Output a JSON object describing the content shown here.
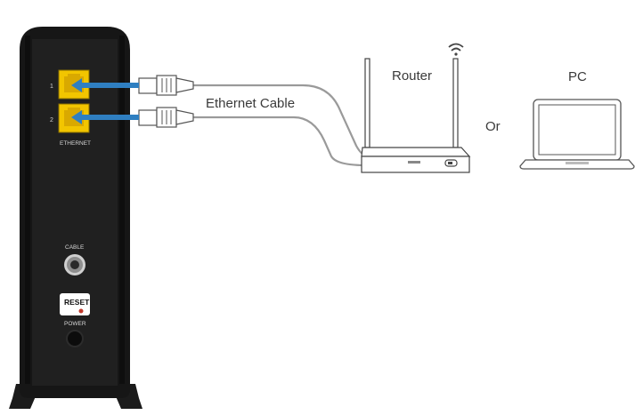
{
  "modem": {
    "port_numbers": [
      "1",
      "2"
    ],
    "ethernet_label": "ETHERNET",
    "cable_label": "CABLE",
    "reset_label": "RESET",
    "power_label": "POWER"
  },
  "labels": {
    "ethernet_cable": "Ethernet Cable",
    "router": "Router",
    "or": "Or",
    "pc": "PC"
  },
  "colors": {
    "modem_body": "#161616",
    "port_yellow": "#f2c500",
    "arrow_blue": "#2f7fc1",
    "cable_gray": "#9a9a9a"
  },
  "icons": [
    "wifi-icon",
    "router-icon",
    "laptop-icon",
    "arrow-icon"
  ]
}
